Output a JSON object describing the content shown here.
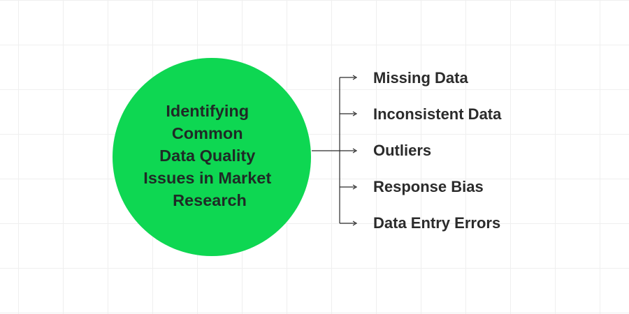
{
  "diagram": {
    "center_title_lines": [
      "Identifying",
      "Common",
      "Data Quality",
      "Issues in Market",
      "Research"
    ],
    "center_color": "#0ed752",
    "branches": [
      {
        "label": "Missing Data"
      },
      {
        "label": "Inconsistent Data"
      },
      {
        "label": "Outliers"
      },
      {
        "label": "Response Bias"
      },
      {
        "label": "Data Entry Errors"
      }
    ]
  }
}
